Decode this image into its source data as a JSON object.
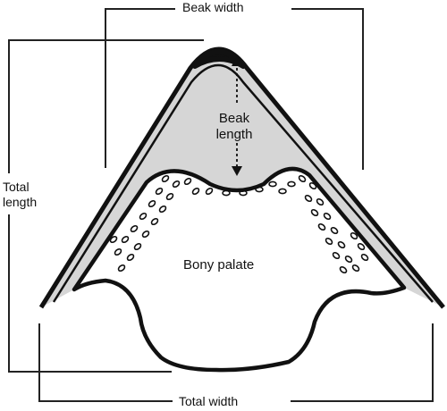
{
  "labels": {
    "beak_width": "Beak width",
    "beak_length": "Beak\nlength",
    "total_length": "Total\nlength",
    "bony_palate": "Bony palate",
    "total_width": "Total width"
  },
  "colors": {
    "outline": "#111111",
    "beak_fill": "#d6d6d6",
    "bracket": "#222222",
    "background": "#ffffff"
  }
}
